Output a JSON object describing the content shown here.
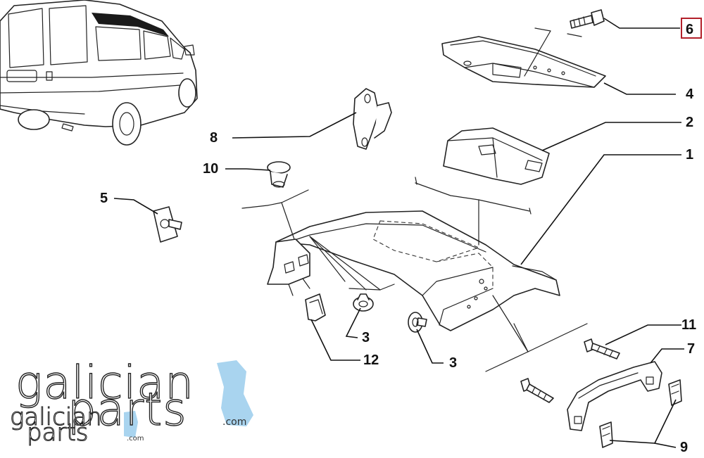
{
  "diagram": {
    "callouts": {
      "c1": "1",
      "c2": "2",
      "c3a": "3",
      "c3b": "3",
      "c4": "4",
      "c5": "5",
      "c6": "6",
      "c7": "7",
      "c8": "8",
      "c9": "9",
      "c10": "10",
      "c11": "11",
      "c12": "12"
    },
    "highlight_color": "#b3202a"
  },
  "watermark": {
    "line1_big": "galician",
    "line2_big": "parts",
    "com_big": ".com",
    "line1_small": "galician",
    "line2_small": "parts",
    "com_small": ".com",
    "accent_color": "#a9d4ef"
  }
}
